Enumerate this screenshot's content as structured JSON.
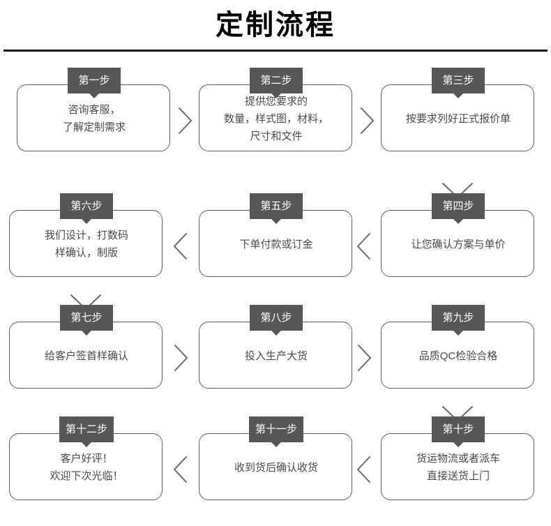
{
  "header": {
    "title": "定制流程"
  },
  "flow": {
    "badge_color": "#575757",
    "box_border_color": "#5f5f5f",
    "text_color": "#4a4a4a",
    "steps": [
      {
        "badge": "第一步",
        "lines": [
          "咨询客服，",
          "了解定制需求"
        ]
      },
      {
        "badge": "第二步",
        "lines": [
          "提供您要求的",
          "数量，样式图，材料，",
          "尺寸和文件"
        ]
      },
      {
        "badge": "第三步",
        "lines": [
          "按要求列好正式报价单"
        ]
      },
      {
        "badge": "第六步",
        "lines": [
          "我们设计，打数码",
          "样确认，制版"
        ]
      },
      {
        "badge": "第五步",
        "lines": [
          "下单付款或订金"
        ]
      },
      {
        "badge": "第四步",
        "lines": [
          "让您确认方案与单价"
        ]
      },
      {
        "badge": "第七步",
        "lines": [
          "给客户签首样确认"
        ]
      },
      {
        "badge": "第八步",
        "lines": [
          "投入生产大货"
        ]
      },
      {
        "badge": "第九步",
        "lines": [
          "品质QC检验合格"
        ]
      },
      {
        "badge": "第十二步",
        "lines": [
          "客户好评！",
          "欢迎下次光临！"
        ]
      },
      {
        "badge": "第十一步",
        "lines": [
          "收到货后确认收货"
        ]
      },
      {
        "badge": "第十步",
        "lines": [
          "货运物流或者派车",
          "直接送货上门"
        ]
      }
    ],
    "connectors": [
      {
        "name": "arrow-right-step1-step2",
        "direction": "right"
      },
      {
        "name": "arrow-right-step2-step3",
        "direction": "right"
      },
      {
        "name": "arrow-down-step3-step4",
        "direction": "down"
      },
      {
        "name": "arrow-left-step4-step5",
        "direction": "left"
      },
      {
        "name": "arrow-left-step5-step6",
        "direction": "left"
      },
      {
        "name": "arrow-down-step6-step7",
        "direction": "down"
      },
      {
        "name": "arrow-right-step7-step8",
        "direction": "right"
      },
      {
        "name": "arrow-right-step8-step9",
        "direction": "right"
      },
      {
        "name": "arrow-down-step9-step10",
        "direction": "down"
      },
      {
        "name": "arrow-left-step10-step11",
        "direction": "left"
      },
      {
        "name": "arrow-left-step11-step12",
        "direction": "left"
      }
    ]
  }
}
